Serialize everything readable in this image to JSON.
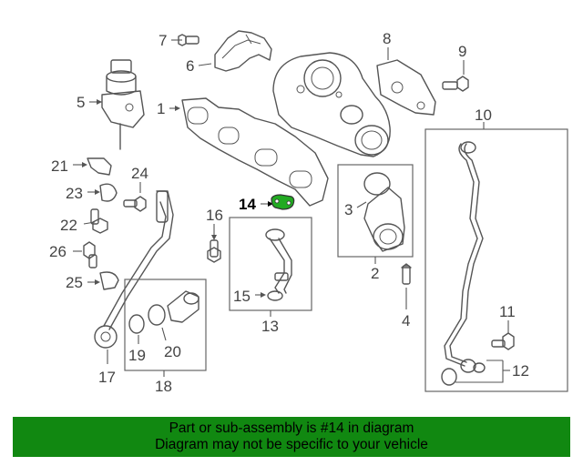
{
  "diagram": {
    "callouts": [
      {
        "id": "1",
        "label": "1"
      },
      {
        "id": "2",
        "label": "2"
      },
      {
        "id": "3",
        "label": "3"
      },
      {
        "id": "4",
        "label": "4"
      },
      {
        "id": "5",
        "label": "5"
      },
      {
        "id": "6",
        "label": "6"
      },
      {
        "id": "7",
        "label": "7"
      },
      {
        "id": "8",
        "label": "8"
      },
      {
        "id": "9",
        "label": "9"
      },
      {
        "id": "10",
        "label": "10"
      },
      {
        "id": "11",
        "label": "11"
      },
      {
        "id": "12",
        "label": "12"
      },
      {
        "id": "13",
        "label": "13"
      },
      {
        "id": "14",
        "label": "14",
        "highlighted": true
      },
      {
        "id": "15",
        "label": "15"
      },
      {
        "id": "16",
        "label": "16"
      },
      {
        "id": "17",
        "label": "17"
      },
      {
        "id": "18",
        "label": "18"
      },
      {
        "id": "19",
        "label": "19"
      },
      {
        "id": "20",
        "label": "20"
      },
      {
        "id": "21",
        "label": "21"
      },
      {
        "id": "22",
        "label": "22"
      },
      {
        "id": "23",
        "label": "23"
      },
      {
        "id": "24",
        "label": "24"
      },
      {
        "id": "25",
        "label": "25"
      },
      {
        "id": "26",
        "label": "26"
      }
    ],
    "highlight_color": "#22aa22"
  },
  "banner": {
    "line1": "Part or sub-assembly is #14 in diagram",
    "line2": "Diagram may not be specific to your vehicle",
    "background": "#118811"
  }
}
